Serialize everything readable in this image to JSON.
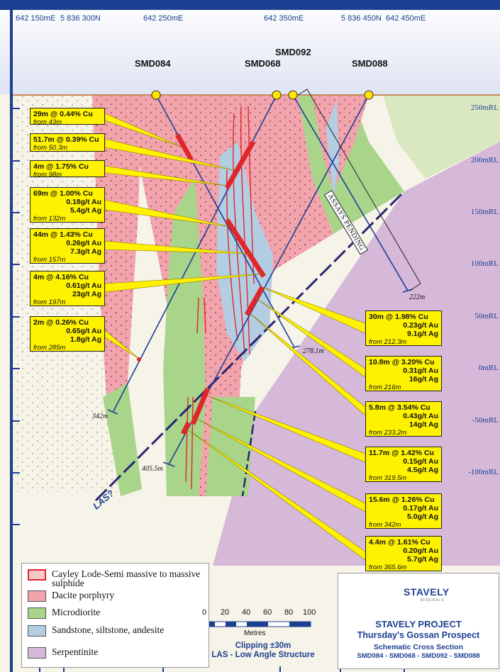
{
  "header": {
    "eastings": [
      "642 150mE",
      "5 836 300N",
      "642 250mE",
      "642 350mE",
      "5 836 450N",
      "642 450mE"
    ],
    "holes": [
      "SMD084",
      "SMD068",
      "SMD092",
      "SMD088"
    ]
  },
  "rl_labels": [
    "250mRL",
    "200mRL",
    "150mRL",
    "100mRL",
    "50mRL",
    "0mRL",
    "-50mRL",
    "-100mRL"
  ],
  "depth_labels": [
    "342m",
    "405.5m",
    "278.1m",
    "222m"
  ],
  "annotations": {
    "assays_pending": "ASSAYS PENDING",
    "las": "LAS?"
  },
  "intercepts_left": [
    {
      "lines": [
        "29m @ 0.44% Cu"
      ],
      "from": "from 43m"
    },
    {
      "lines": [
        "51.7m @ 0.39% Cu"
      ],
      "from": "from 50.3m"
    },
    {
      "lines": [
        "4m @ 1.75% Cu"
      ],
      "from": "from 98m"
    },
    {
      "lines": [
        "69m @ 1.00% Cu",
        "0.18g/t Au",
        "5.4g/t Ag"
      ],
      "from": "from 132m"
    },
    {
      "lines": [
        "44m @ 1.43% Cu",
        "0.26g/t Au",
        "7.3g/t Ag"
      ],
      "from": "from 157m"
    },
    {
      "lines": [
        "4m @ 4.16% Cu",
        "0.61g/t Au",
        "23g/t Ag"
      ],
      "from": "from 197m"
    },
    {
      "lines": [
        "2m @ 0.26% Cu",
        "0.65g/t Au",
        "1.8g/t Ag"
      ],
      "from": "from 285m"
    }
  ],
  "intercepts_right": [
    {
      "lines": [
        "30m @ 1.98% Cu",
        "0.23g/t Au",
        "9.1g/t Ag"
      ],
      "from": "from 212.3m"
    },
    {
      "lines": [
        "10.8m @ 3.20% Cu",
        "0.31g/t Au",
        "16g/t Ag"
      ],
      "from": "from 216m"
    },
    {
      "lines": [
        "5.8m @ 3.54% Cu",
        "0.43g/t Au",
        "14g/t Ag"
      ],
      "from": "from 233.2m"
    },
    {
      "lines": [
        "11.7m @ 1.42% Cu",
        "0.15g/t Au",
        "4.5g/t Ag"
      ],
      "from": "from 319.5m"
    },
    {
      "lines": [
        "15.6m @ 1.26% Cu",
        "0.17g/t Au",
        "5.0g/t Ag"
      ],
      "from": "from 342m"
    },
    {
      "lines": [
        "4.4m @ 1.61% Cu",
        "0.20g/t Au",
        "5.7g/t Ag"
      ],
      "from": "from 365.6m"
    }
  ],
  "legend": [
    {
      "label": "Cayley Lode-Semi massive to massive sulphide",
      "color": "#f7c9c9"
    },
    {
      "label": "Dacite porphyry",
      "color": "#f2a4ad"
    },
    {
      "label": "Microdiorite",
      "color": "#a8d58a"
    },
    {
      "label": "Sandstone, siltstone, andesite",
      "color": "#b3cde3"
    },
    {
      "label": "Serpentinite",
      "color": "#d6b8d8"
    }
  ],
  "scale": {
    "ticks": [
      "0",
      "20",
      "40",
      "60",
      "80",
      "100"
    ],
    "unit": "Metres"
  },
  "footer": {
    "clipping": "Clipping ±30m",
    "las": "LAS - Low Angle Structure"
  },
  "branding": {
    "logo_text": "STAVELY",
    "logo_sub": "MINERALS",
    "project": "STAVELY PROJECT",
    "prospect": "Thursday's Gossan Prospect",
    "section": "Schematic Cross Section",
    "holes_line": "SMD084 - SMD068 - SMD092 - SMD088"
  },
  "colors": {
    "drill_red": "#e0262a",
    "navy": "#1d3f92",
    "yellow": "#fff200"
  }
}
